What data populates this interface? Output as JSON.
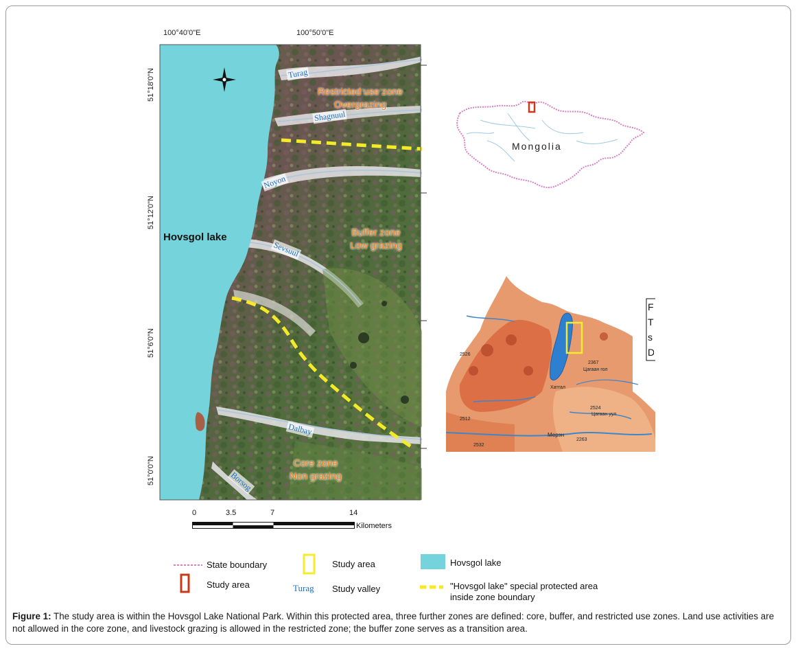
{
  "main_map": {
    "lon_labels": [
      "100°40'0\"E",
      "100°50'0\"E"
    ],
    "lat_labels": [
      "51°18'0\"N",
      "51°12'0\"N",
      "51°6'0\"N",
      "51°0'0\"N"
    ],
    "lake_label": "Hovsgol lake",
    "zones": [
      {
        "line1": "Restricted use zone",
        "line2": "Overgrazing"
      },
      {
        "line1": "Buffer zone",
        "line2": "Low grazing"
      },
      {
        "line1": "Core zone",
        "line2": "Non grazing"
      }
    ],
    "valleys": [
      "Turag",
      "Shagnuul",
      "Noyon",
      "Sevsuul",
      "Dalbay",
      "Borsog"
    ],
    "scale": {
      "ticks": [
        "0",
        "3.5",
        "7",
        "14"
      ],
      "unit": "Kilometers"
    }
  },
  "inset_mongolia": {
    "label": "Mongolia"
  },
  "inset_relief": {
    "partial_box_letters": [
      "F",
      "T",
      "s",
      "D"
    ],
    "spot_heights": [
      "2526",
      "2524",
      "2367",
      "2512",
      "2532",
      "2263"
    ],
    "place_labels": [
      "Мерэн",
      "Цагаан гол",
      "Цагаан уул",
      "Хатгал"
    ]
  },
  "legend": {
    "items": [
      {
        "symbol": "state-boundary",
        "label": "State boundary"
      },
      {
        "symbol": "red-rect",
        "label": "Study area"
      },
      {
        "symbol": "yellow-rect",
        "label": "Study area"
      },
      {
        "symbol": "valley-text",
        "symbol_text": "Turag",
        "label": "Study valley"
      },
      {
        "symbol": "lake-swatch",
        "label": "Hovsgol lake"
      },
      {
        "symbol": "yellow-dash",
        "label": "\"Hovsgol lake\" special protected area",
        "label2": "inside zone boundary"
      }
    ]
  },
  "caption": {
    "prefix": "Figure 1:",
    "text": " The study area is within the Hovsgol Lake National Park. Within this protected area, three further zones are defined: core, buffer, and restricted use zones. Land use activities are not allowed in the core zone, and livestock grazing is allowed in the restricted zone; the buffer zone serves as a transition area."
  },
  "colors": {
    "lake": "#74d3db",
    "zone_text": "#f07f1f",
    "valley_text": "#1e6ec8",
    "boundary_dash": "#f4ea2a",
    "study_red": "#c8381b",
    "study_yellow": "#f4ec2d",
    "state_boundary": "#d77fbf"
  }
}
